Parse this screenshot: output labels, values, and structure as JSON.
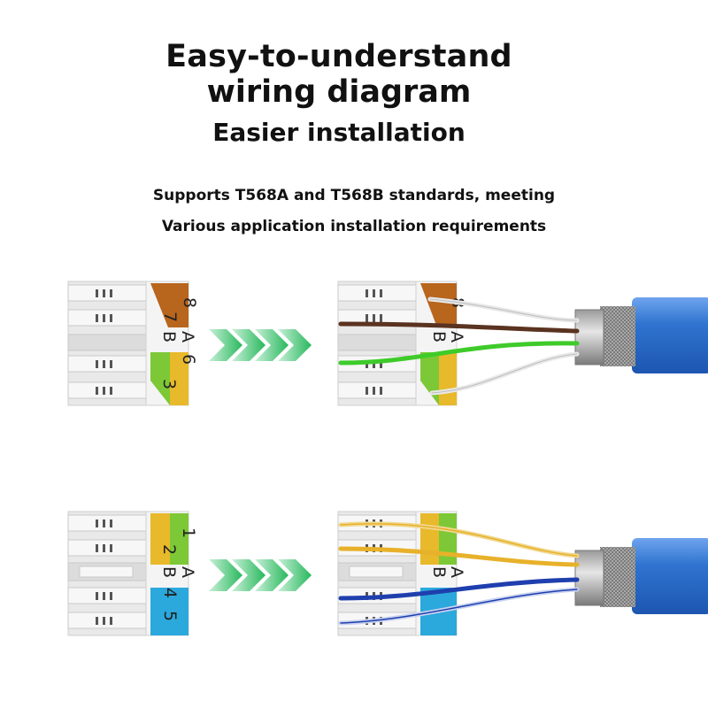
{
  "heading": {
    "line1": "Easy-to-understand",
    "line2": "wiring diagram",
    "line3": "Easier installation"
  },
  "subheading": {
    "line1": "Supports T568A and T568B standards, meeting",
    "line2": "Various application installation requirements"
  },
  "top_module": {
    "labels": {
      "pin_top_left": "8",
      "pin_top_right": "7",
      "b": "B",
      "a": "A",
      "pin_bottom_left": "6",
      "pin_bottom_right": "3"
    },
    "colors": {
      "upper_block": "#b8651e",
      "lower_green": "#7dc836",
      "lower_yellow": "#e8b92a"
    },
    "wires": [
      "white",
      "brown",
      "green",
      "white"
    ]
  },
  "bottom_module": {
    "labels": {
      "pin_top_left": "1",
      "pin_top_right": "2",
      "b": "B",
      "a": "A",
      "pin_bottom_left": "4",
      "pin_bottom_right": "5"
    },
    "colors": {
      "upper_yellow": "#e8b92a",
      "upper_green": "#7dc836",
      "lower_block": "#2ba8dc"
    },
    "wires": [
      "orange-white",
      "orange",
      "blue",
      "blue-white"
    ]
  },
  "colors": {
    "cable_blue": "#2f74d0",
    "arrow_green": "#3cc36e",
    "brown_wire": "#5a3320",
    "green_wire": "#3ecb2a",
    "orange_wire": "#e8b12a",
    "blue_wire": "#1f3fae"
  }
}
